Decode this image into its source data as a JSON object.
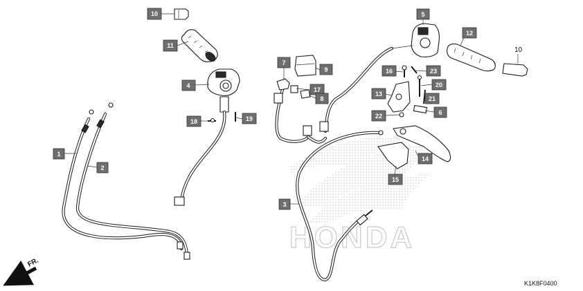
{
  "watermark": "HONDA",
  "diagram_code": "K1K8F0400",
  "front_marker": "FR.",
  "callouts": {
    "c1": "1",
    "c2": "2",
    "c3": "3",
    "c4": "4",
    "c5": "5",
    "c6": "6",
    "c7": "7",
    "c8": "8",
    "c9": "9",
    "c10": "10",
    "c11": "11",
    "c12": "12",
    "c13": "13",
    "c14": "14",
    "c15": "15",
    "c16": "16",
    "c17": "17",
    "c18": "18",
    "c19": "19",
    "c20": "20",
    "c21": "21",
    "c22": "22",
    "c23": "23"
  },
  "plain_labels": {
    "p10": "10"
  }
}
